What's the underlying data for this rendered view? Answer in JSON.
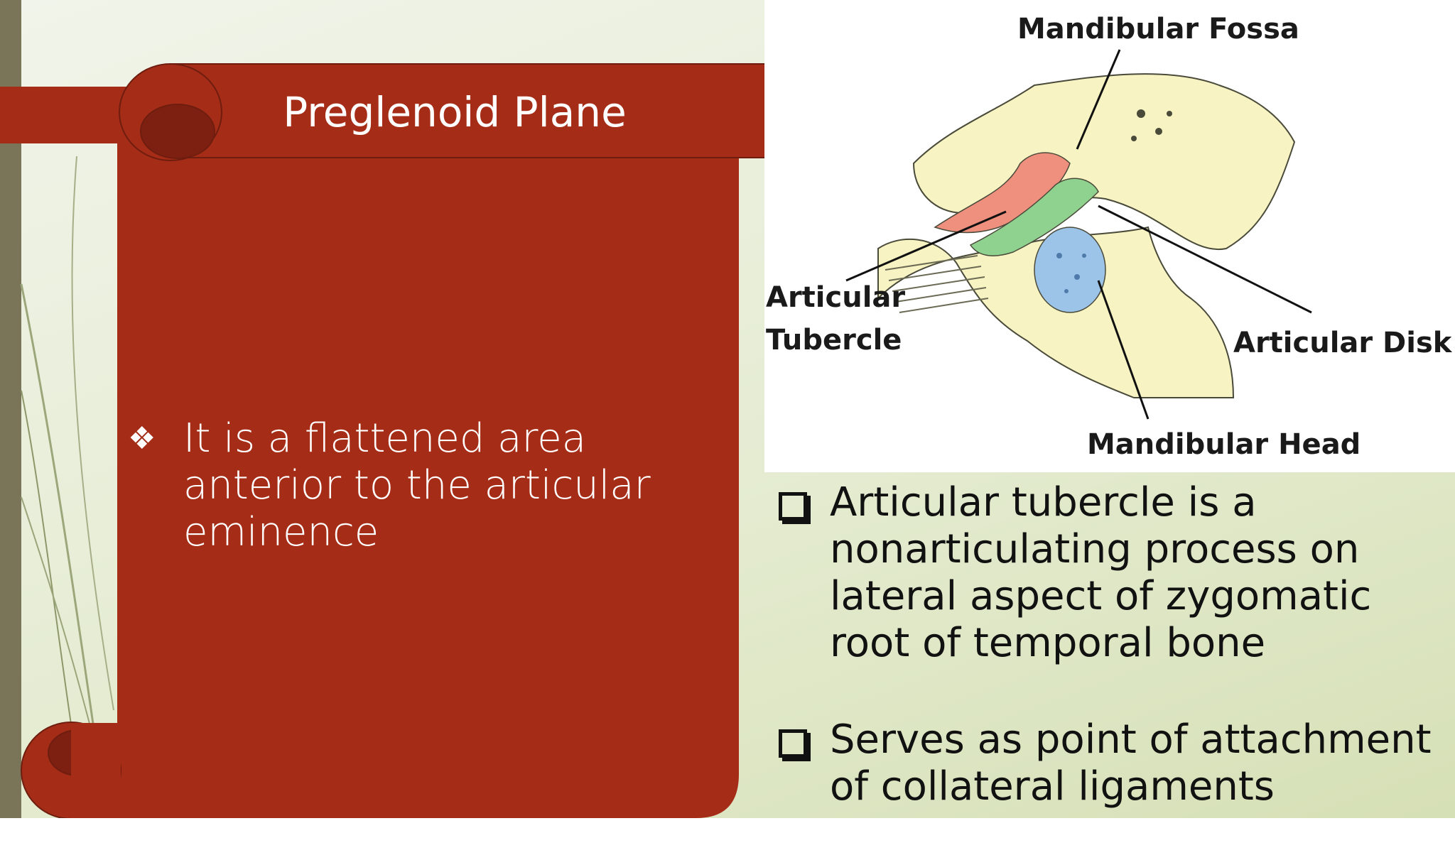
{
  "slide": {
    "title": "Preglenoid Plane",
    "left_bullet": "It is a flattened area anterior to the articular eminence",
    "left_bullet_icon": "diamond-bullet-icon",
    "right_bullets": [
      "Articular tubercle is a nonarticulating process on lateral aspect of zygomatic root of temporal bone",
      "Serves as point of attachment of collateral ligaments"
    ],
    "right_bullet_icon": "checkbox-bullet-icon"
  },
  "figure": {
    "labels": {
      "mandibular_fossa": "Mandibular Fossa",
      "articular_tubercle_1": "Articular",
      "articular_tubercle_2": "Tubercle",
      "articular_disk": "Articular Disk",
      "mandibular_head": "Mandibular Head"
    }
  },
  "colors": {
    "scroll_red": "#a52c16",
    "scroll_dark": "#7d2011",
    "background": "#e5ecd2",
    "strip": "#7a7559"
  }
}
